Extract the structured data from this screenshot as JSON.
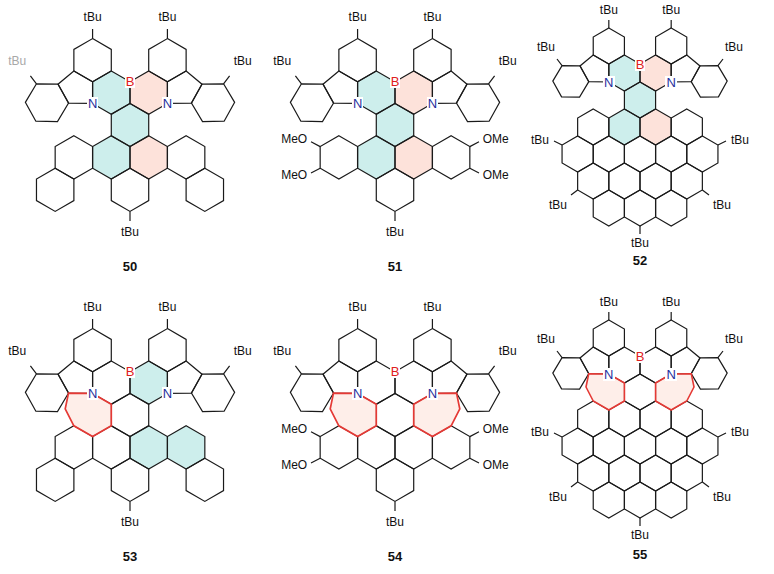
{
  "diagram": {
    "labels": [
      "tBu",
      "tBu",
      "B",
      "N",
      "N",
      "tBu",
      "tBu",
      "tBu",
      "50",
      "tBu",
      "tBu",
      "B",
      "N",
      "N",
      "tBu",
      "tBu",
      "tBu",
      "MeO",
      "MeO",
      "OMe",
      "OMe",
      "51",
      "tBu",
      "tBu",
      "B",
      "N",
      "N",
      "tBu",
      "tBu",
      "tBu",
      "tBu",
      "tBu",
      "tBu",
      "tBu",
      "52",
      "tBu",
      "tBu",
      "B",
      "N",
      "N",
      "tBu",
      "tBu",
      "tBu",
      "53",
      "tBu",
      "tBu",
      "B",
      "N",
      "N",
      "tBu",
      "tBu",
      "tBu",
      "MeO",
      "MeO",
      "OMe",
      "OMe",
      "54",
      "tBu",
      "tBu",
      "B",
      "N",
      "N",
      "tBu",
      "tBu",
      "tBu",
      "tBu",
      "tBu",
      "tBu",
      "tBu",
      "55"
    ]
  }
}
